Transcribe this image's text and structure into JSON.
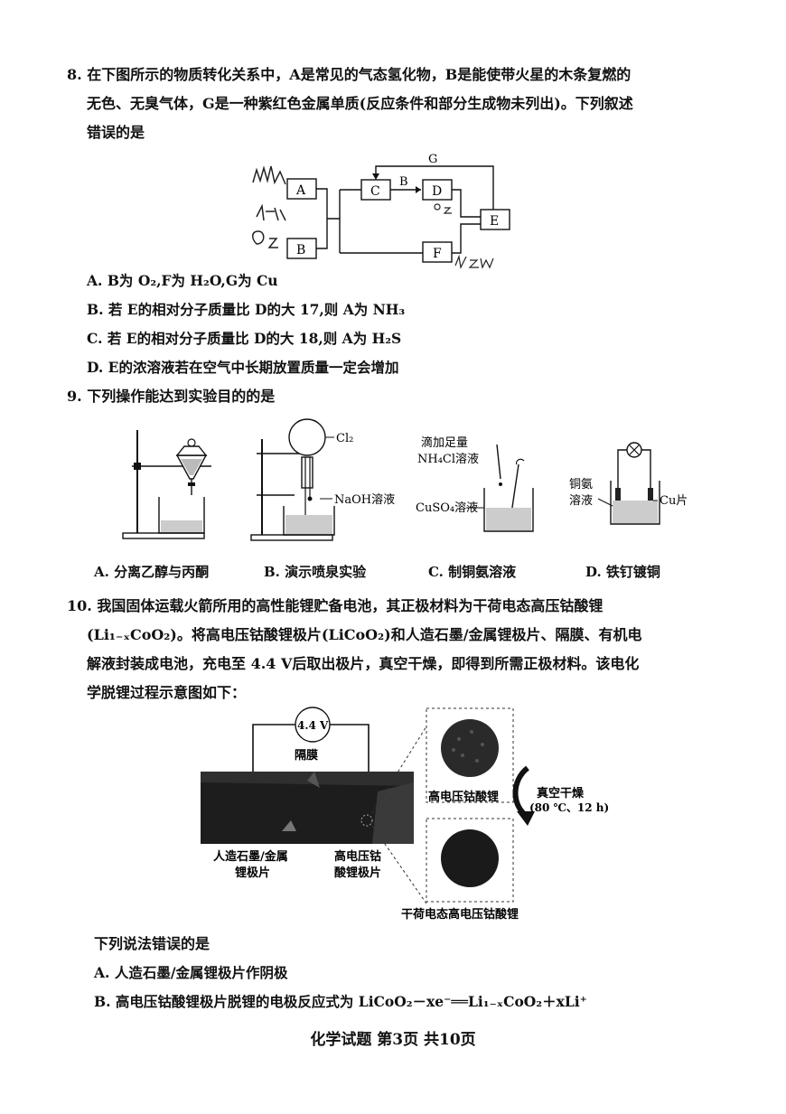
{
  "q8": {
    "line1": "8. 在下图所示的物质转化关系中，A是常见的气态氢化物，B是能使带火星的木条复燃的",
    "line2": "无色、无臭气体，G是一种紫红色金属单质(反应条件和部分生成物未列出)。下列叙述",
    "line3": "错误的是",
    "diagram": {
      "A": "A",
      "B": "B",
      "C": "C",
      "D": "D",
      "E": "E",
      "F": "F",
      "G": "G",
      "arrow_label": "B"
    },
    "options": [
      "A. B为 O₂,F为 H₂O,G为 Cu",
      "B. 若 E的相对分子质量比 D的大 17,则 A为 NH₃",
      "C. 若 E的相对分子质量比 D的大 18,则 A为 H₂S",
      "D. E的浓溶液若在空气中长期放置质量一定会增加"
    ]
  },
  "q9": {
    "stem": "9. 下列操作能达到实验目的的是",
    "labels": {
      "cl2": "Cl₂",
      "naoh": "NaOH溶液",
      "add": "滴加足量",
      "nh4cl": "NH₄Cl溶液",
      "cuso4": "CuSO₄溶液",
      "tongan": "铜氨",
      "rongye": "溶液",
      "cu": "Cu片"
    },
    "captions": [
      "A. 分离乙醇与丙酮",
      "B. 演示喷泉实验",
      "C. 制铜氨溶液",
      "D. 铁钉镀铜"
    ]
  },
  "q10": {
    "line1": "10. 我国固体运载火箭所用的高性能锂贮备电池，其正极材料为干荷电态高压钴酸锂",
    "line2": "(Li₁₋ₓCoO₂)。将高电压钴酸锂极片(LiCoO₂)和人造石墨/金属锂极片、隔膜、有机电",
    "line3": "解液封装成电池，充电至 4.4 V后取出极片，真空干燥，即得到所需正极材料。该电化",
    "line4": "学脱锂过程示意图如下：",
    "figure": {
      "voltage": "4.4 V",
      "membrane": "隔膜",
      "left_label_1": "人造石墨/金属",
      "left_label_2": "锂极片",
      "mid_label_1": "高电压钴",
      "mid_label_2": "酸锂极片",
      "top_sphere": "高电压钴酸锂",
      "dry_1": "真空干燥",
      "dry_2": "(80 ℃、12 h)",
      "bottom_sphere": "干荷电态高电压钴酸锂"
    },
    "ask": "下列说法错误的是",
    "options": [
      "A. 人造石墨/金属锂极片作阴极",
      "B. 高电压钴酸锂极片脱锂的电极反应式为 LiCoO₂－xe⁻══Li₁₋ₓCoO₂＋xLi⁺"
    ]
  },
  "footer": "化学试题  第3页  共10页"
}
